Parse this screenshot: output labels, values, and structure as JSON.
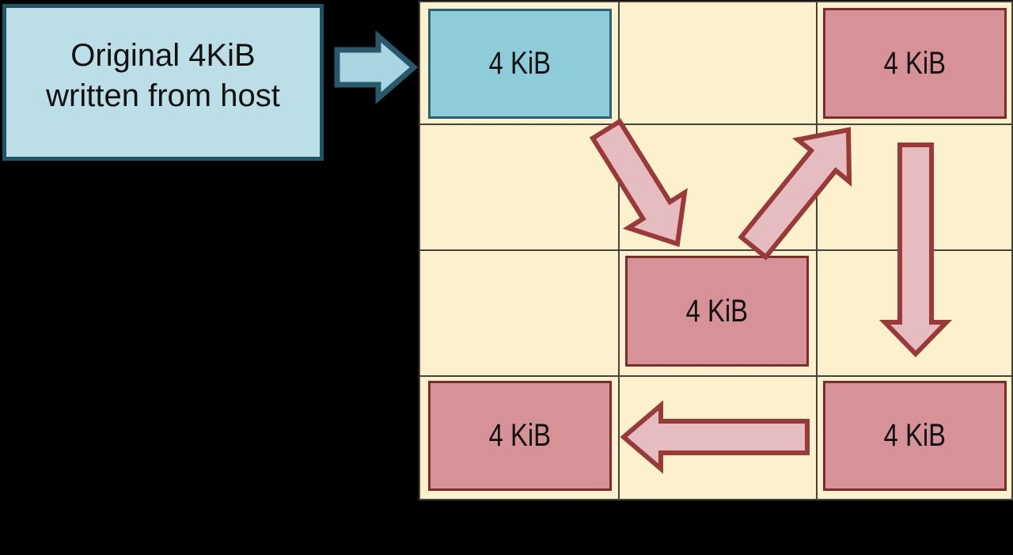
{
  "colors": {
    "background": "#000000",
    "teal_border": "#1d5564",
    "host_fill": "#bcdee7",
    "blue_arrow_fill": "#a9d5e2",
    "blue_arrow_border": "#27596a",
    "cell_fill": "#fdf0cc",
    "grid_line": "#45443c",
    "original_page_fill": "#8fccda",
    "original_page_border": "#2a6376",
    "copy_page_fill": "#d69296",
    "copy_page_border": "#7b2d2e",
    "move_arrow_fill": "#e5bdc1",
    "move_arrow_border": "#9a3a38"
  },
  "host_box": {
    "label": "Original 4KiB\nwritten from host"
  },
  "grid": {
    "rows": 4,
    "cols": 3,
    "pages": [
      {
        "id": "original-page",
        "row": 0,
        "col": 0,
        "type": "original",
        "label": "4 KiB"
      },
      {
        "id": "copy-page-1",
        "row": 0,
        "col": 2,
        "type": "copy",
        "label": "4 KiB"
      },
      {
        "id": "copy-page-2",
        "row": 2,
        "col": 1,
        "type": "copy",
        "label": "4 KiB"
      },
      {
        "id": "copy-page-3",
        "row": 3,
        "col": 0,
        "type": "copy",
        "label": "4 KiB"
      },
      {
        "id": "copy-page-4",
        "row": 3,
        "col": 2,
        "type": "copy",
        "label": "4 KiB"
      }
    ]
  },
  "arrows": [
    {
      "id": "host-write-arrow",
      "direction": "right",
      "style": "blue"
    },
    {
      "id": "move-down-right-arrow",
      "direction": "down-right",
      "style": "red"
    },
    {
      "id": "move-up-right-arrow",
      "direction": "up-right",
      "style": "red"
    },
    {
      "id": "move-down-arrow",
      "direction": "down",
      "style": "red"
    },
    {
      "id": "move-left-arrow",
      "direction": "left",
      "style": "red"
    }
  ]
}
